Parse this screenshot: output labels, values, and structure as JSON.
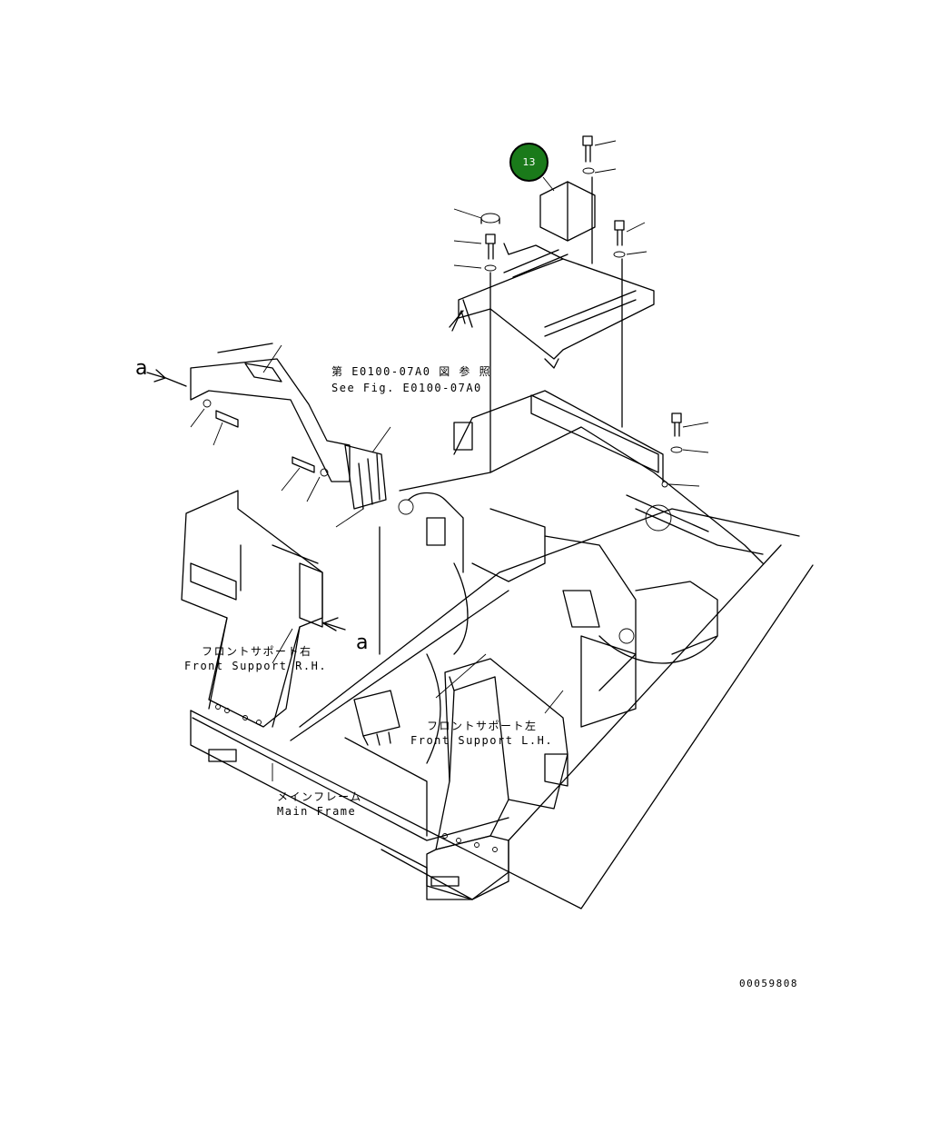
{
  "callout": {
    "number": "13"
  },
  "labels": {
    "see_fig_jp": "第 E0100-07A0 図 参 照",
    "see_fig_en": "See Fig. E0100-07A0",
    "front_support_rh_jp": "フロントサポート右",
    "front_support_rh_en": "Front Support R.H.",
    "front_support_lh_jp": "フロントサポート左",
    "front_support_lh_en": "Front Support L.H.",
    "main_frame_jp": "メインフレーム",
    "main_frame_en": "Main Frame"
  },
  "view_refs": {
    "a_top": "a",
    "a_side": "a"
  },
  "drawing_number": "00059808",
  "colors": {
    "callout_fill": "#1a7a1a",
    "line": "#000000",
    "background": "#ffffff"
  }
}
